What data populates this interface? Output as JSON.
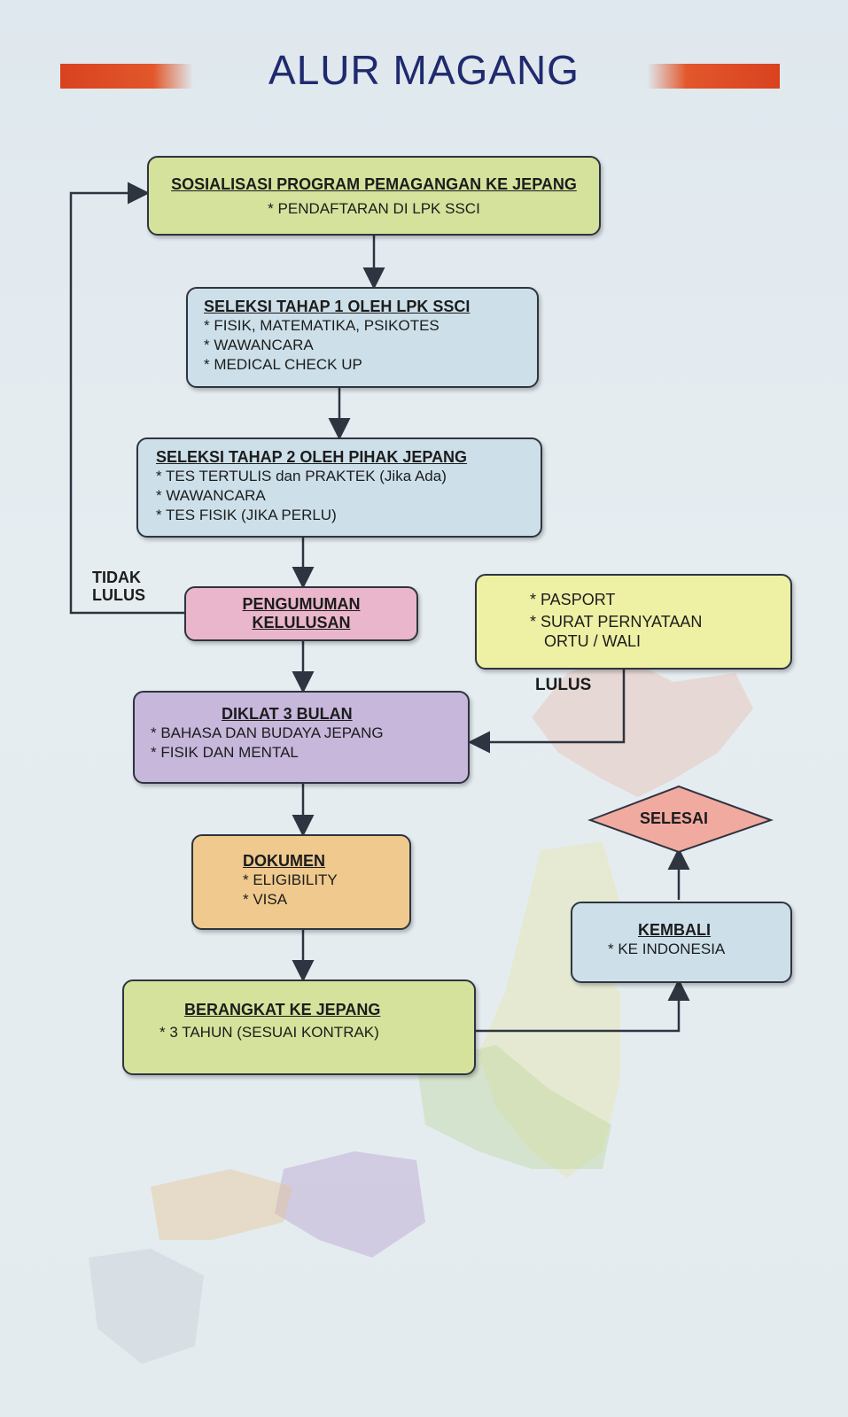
{
  "title": "ALUR MAGANG",
  "boxes": {
    "sosialisasi": {
      "heading": "SOSIALISASI PROGRAM PEMAGANGAN KE JEPANG",
      "lines": [
        "* PENDAFTARAN DI LPK SSCI"
      ]
    },
    "tahap1": {
      "heading": "SELEKSI TAHAP 1 OLEH LPK SSCI",
      "lines": [
        "* FISIK, MATEMATIKA, PSIKOTES",
        "* WAWANCARA",
        "* MEDICAL CHECK UP"
      ]
    },
    "tahap2": {
      "heading": "SELEKSI TAHAP 2 OLEH PIHAK JEPANG",
      "lines": [
        "* TES TERTULIS dan PRAKTEK (Jika Ada)",
        "* WAWANCARA",
        "* TES FISIK (JIKA PERLU)"
      ]
    },
    "pengumuman": {
      "heading_line1": "PENGUMUMAN",
      "heading_line2": "KELULUSAN"
    },
    "paspor": {
      "lines": [
        "* PASPORT",
        "* SURAT PERNYATAAN",
        "ORTU / WALI"
      ]
    },
    "diklat": {
      "heading": "DIKLAT 3 BULAN",
      "lines": [
        "* BAHASA DAN BUDAYA JEPANG",
        "* FISIK DAN MENTAL"
      ]
    },
    "dokumen": {
      "heading": "DOKUMEN",
      "lines": [
        "* ELIGIBILITY",
        "* VISA"
      ]
    },
    "berangkat": {
      "heading": "BERANGKAT KE JEPANG",
      "lines": [
        "* 3 TAHUN (SESUAI KONTRAK)"
      ]
    },
    "kembali": {
      "heading": "KEMBALI",
      "lines": [
        "* KE INDONESIA"
      ]
    },
    "selesai": {
      "label": "SELESAI"
    }
  },
  "labels": {
    "tidak_lulus_line1": "TIDAK",
    "tidak_lulus_line2": "LULUS",
    "lulus": "LULUS"
  },
  "colors": {
    "title": "#1f2a6e",
    "accent_bar": "#d9421f",
    "green": "#d5e29c",
    "blue": "#cde0ea",
    "pink": "#eab6cb",
    "purple": "#c6b7db",
    "orange": "#efc98d",
    "yellow": "#eef0a4",
    "diamond": "#f1aaa0"
  }
}
